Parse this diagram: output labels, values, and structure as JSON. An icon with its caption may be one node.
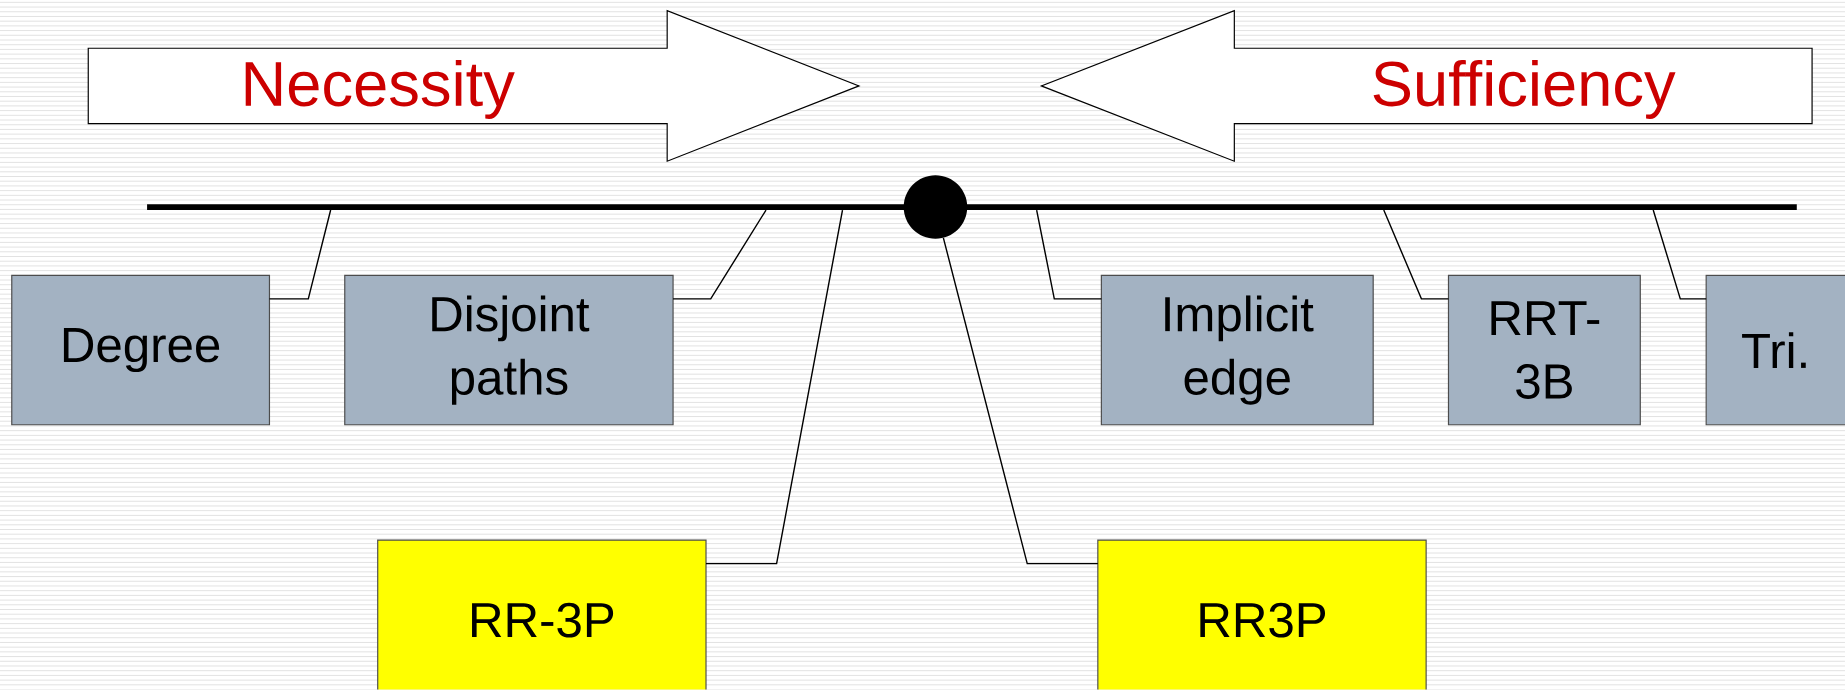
{
  "diagram": {
    "nodes": [
      {
        "text": [
          "Necessity"
        ]
      },
      {
        "text": [
          "Sufficiency"
        ]
      },
      {
        "text": [],
        "shape": "bar"
      },
      {
        "text": [],
        "shape": "circle"
      },
      {
        "text": [
          "Degree"
        ]
      },
      {
        "text": [
          "Disjoint paths"
        ]
      },
      {
        "text": [
          "Implicit edge"
        ]
      },
      {
        "text": [
          "RRT-3B"
        ]
      },
      {
        "text": [
          "Tri."
        ]
      },
      {
        "text": [
          "RR-3P"
        ]
      },
      {
        "text": [
          "RR3P"
        ]
      }
    ],
    "edges": [
      {
        "from": 4,
        "to": 2,
        "arrow": "none"
      },
      {
        "from": 5,
        "to": 2,
        "arrow": "none"
      },
      {
        "from": 9,
        "to": 2,
        "arrow": "none"
      },
      {
        "from": 10,
        "to": 3,
        "arrow": "none"
      },
      {
        "from": 6,
        "to": 2,
        "arrow": "none"
      },
      {
        "from": 7,
        "to": 2,
        "arrow": "none"
      },
      {
        "from": 8,
        "to": 2,
        "arrow": "none"
      }
    ]
  }
}
